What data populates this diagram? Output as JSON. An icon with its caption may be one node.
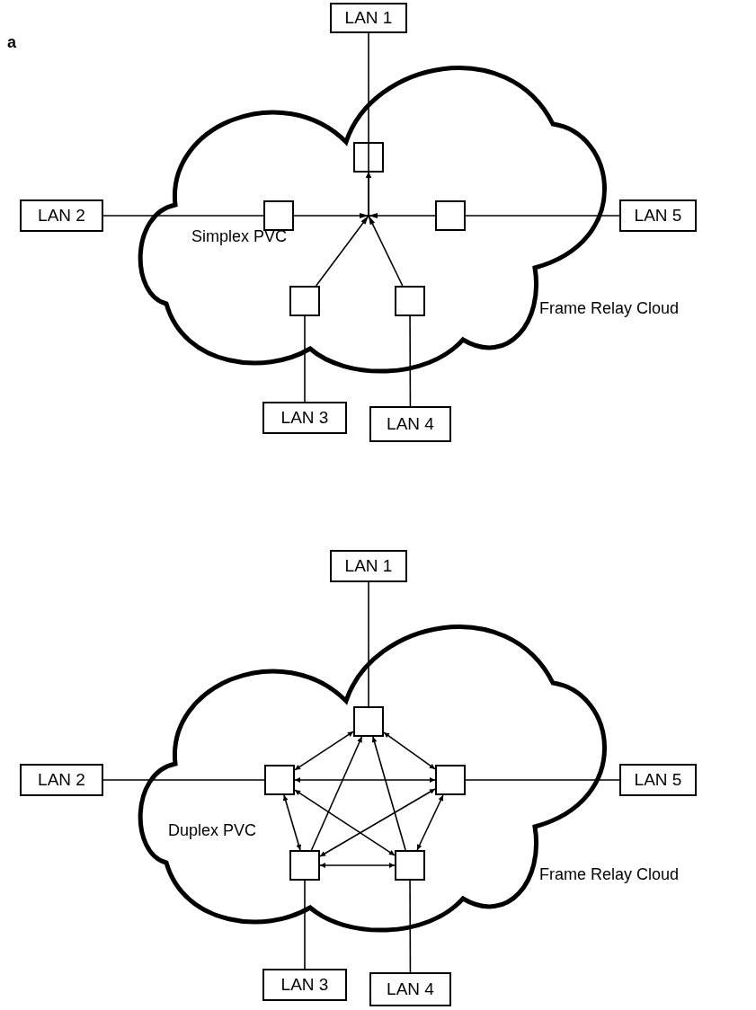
{
  "diagram": {
    "nodes": [
      {
        "text": [
          "LAN 1"
        ]
      },
      {
        "text": [],
        "shape": "cloud",
        "beside": [
          "Frame Relay Cloud"
        ]
      },
      {
        "text": [],
        "shape": "box",
        "in": 1
      },
      {
        "text": [
          "LAN 2"
        ]
      },
      {
        "text": [],
        "shape": "box",
        "in": 1
      },
      {
        "text": [],
        "shape": "box",
        "in": 1
      },
      {
        "text": [
          "LAN 5"
        ]
      },
      {
        "text": [],
        "shape": "box",
        "in": 1
      },
      {
        "text": [],
        "shape": "box",
        "in": 1
      },
      {
        "text": [
          "LAN 3"
        ]
      },
      {
        "text": [
          "LAN 4"
        ]
      },
      {
        "text": [
          "LAN 1"
        ]
      },
      {
        "text": [],
        "shape": "cloud",
        "beside": [
          "Frame Relay Cloud"
        ]
      },
      {
        "text": [],
        "shape": "box",
        "in": 12
      },
      {
        "text": [
          "LAN 2"
        ]
      },
      {
        "text": [],
        "shape": "box",
        "in": 12
      },
      {
        "text": [],
        "shape": "box",
        "in": 12
      },
      {
        "text": [
          "LAN 5"
        ]
      },
      {
        "text": [],
        "shape": "box",
        "in": 12
      },
      {
        "text": [],
        "shape": "box",
        "in": 12
      },
      {
        "text": [
          "LAN 3"
        ]
      },
      {
        "text": [
          "LAN 4"
        ]
      }
    ],
    "edges": [
      {
        "from": 0,
        "to": 2,
        "arrow": "none"
      },
      {
        "from": 3,
        "to": 4,
        "arrow": "none"
      },
      {
        "from": 5,
        "to": 6,
        "arrow": "none"
      },
      {
        "from": 7,
        "to": 9,
        "arrow": "none"
      },
      {
        "from": 8,
        "to": 10,
        "arrow": "none"
      },
      {
        "from": 4,
        "to": 2,
        "arrow": "to"
      },
      {
        "from": 5,
        "to": 2,
        "arrow": "to"
      },
      {
        "from": 7,
        "to": 2,
        "arrow": "to"
      },
      {
        "from": 8,
        "to": 2,
        "arrow": "to"
      },
      {
        "from": 11,
        "to": 13,
        "arrow": "none"
      },
      {
        "from": 14,
        "to": 15,
        "arrow": "none"
      },
      {
        "from": 16,
        "to": 17,
        "arrow": "none"
      },
      {
        "from": 18,
        "to": 20,
        "arrow": "none"
      },
      {
        "from": 19,
        "to": 21,
        "arrow": "none"
      },
      {
        "from": 13,
        "to": 15,
        "arrow": "both"
      },
      {
        "from": 13,
        "to": 16,
        "arrow": "both"
      },
      {
        "from": 15,
        "to": 16,
        "arrow": "both"
      },
      {
        "from": 15,
        "to": 18,
        "arrow": "both"
      },
      {
        "from": 15,
        "to": 19,
        "arrow": "both"
      },
      {
        "from": 16,
        "to": 18,
        "arrow": "both"
      },
      {
        "from": 16,
        "to": 19,
        "arrow": "both"
      },
      {
        "from": 18,
        "to": 19,
        "arrow": "both"
      },
      {
        "from": 18,
        "to": 13,
        "arrow": "to"
      },
      {
        "from": 19,
        "to": 13,
        "arrow": "to"
      }
    ],
    "labels": [
      "a",
      "Simplex PVC",
      "Duplex PVC"
    ]
  }
}
